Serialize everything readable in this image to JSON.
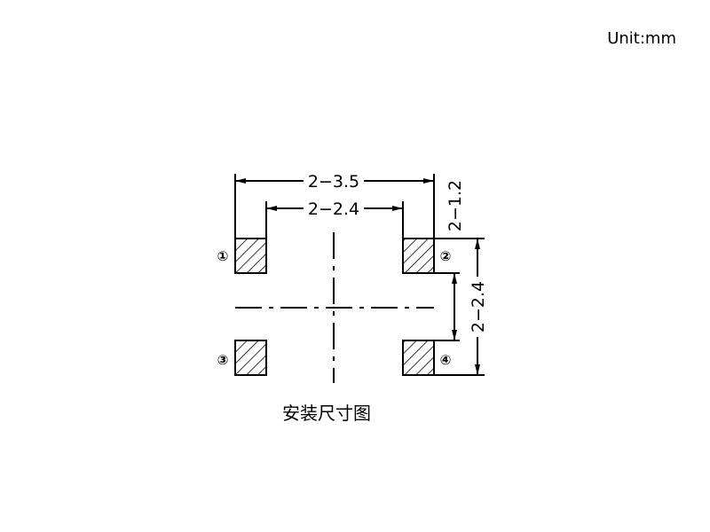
{
  "unit_label": "Unit:mm",
  "caption": "安装尺寸图",
  "dimensions": {
    "outer_width": "2−3.5",
    "inner_width": "2−2.4",
    "pad_height": "2−1.2",
    "outer_height": "2−2.4"
  },
  "pins": [
    "①",
    "②",
    "③",
    "④"
  ]
}
